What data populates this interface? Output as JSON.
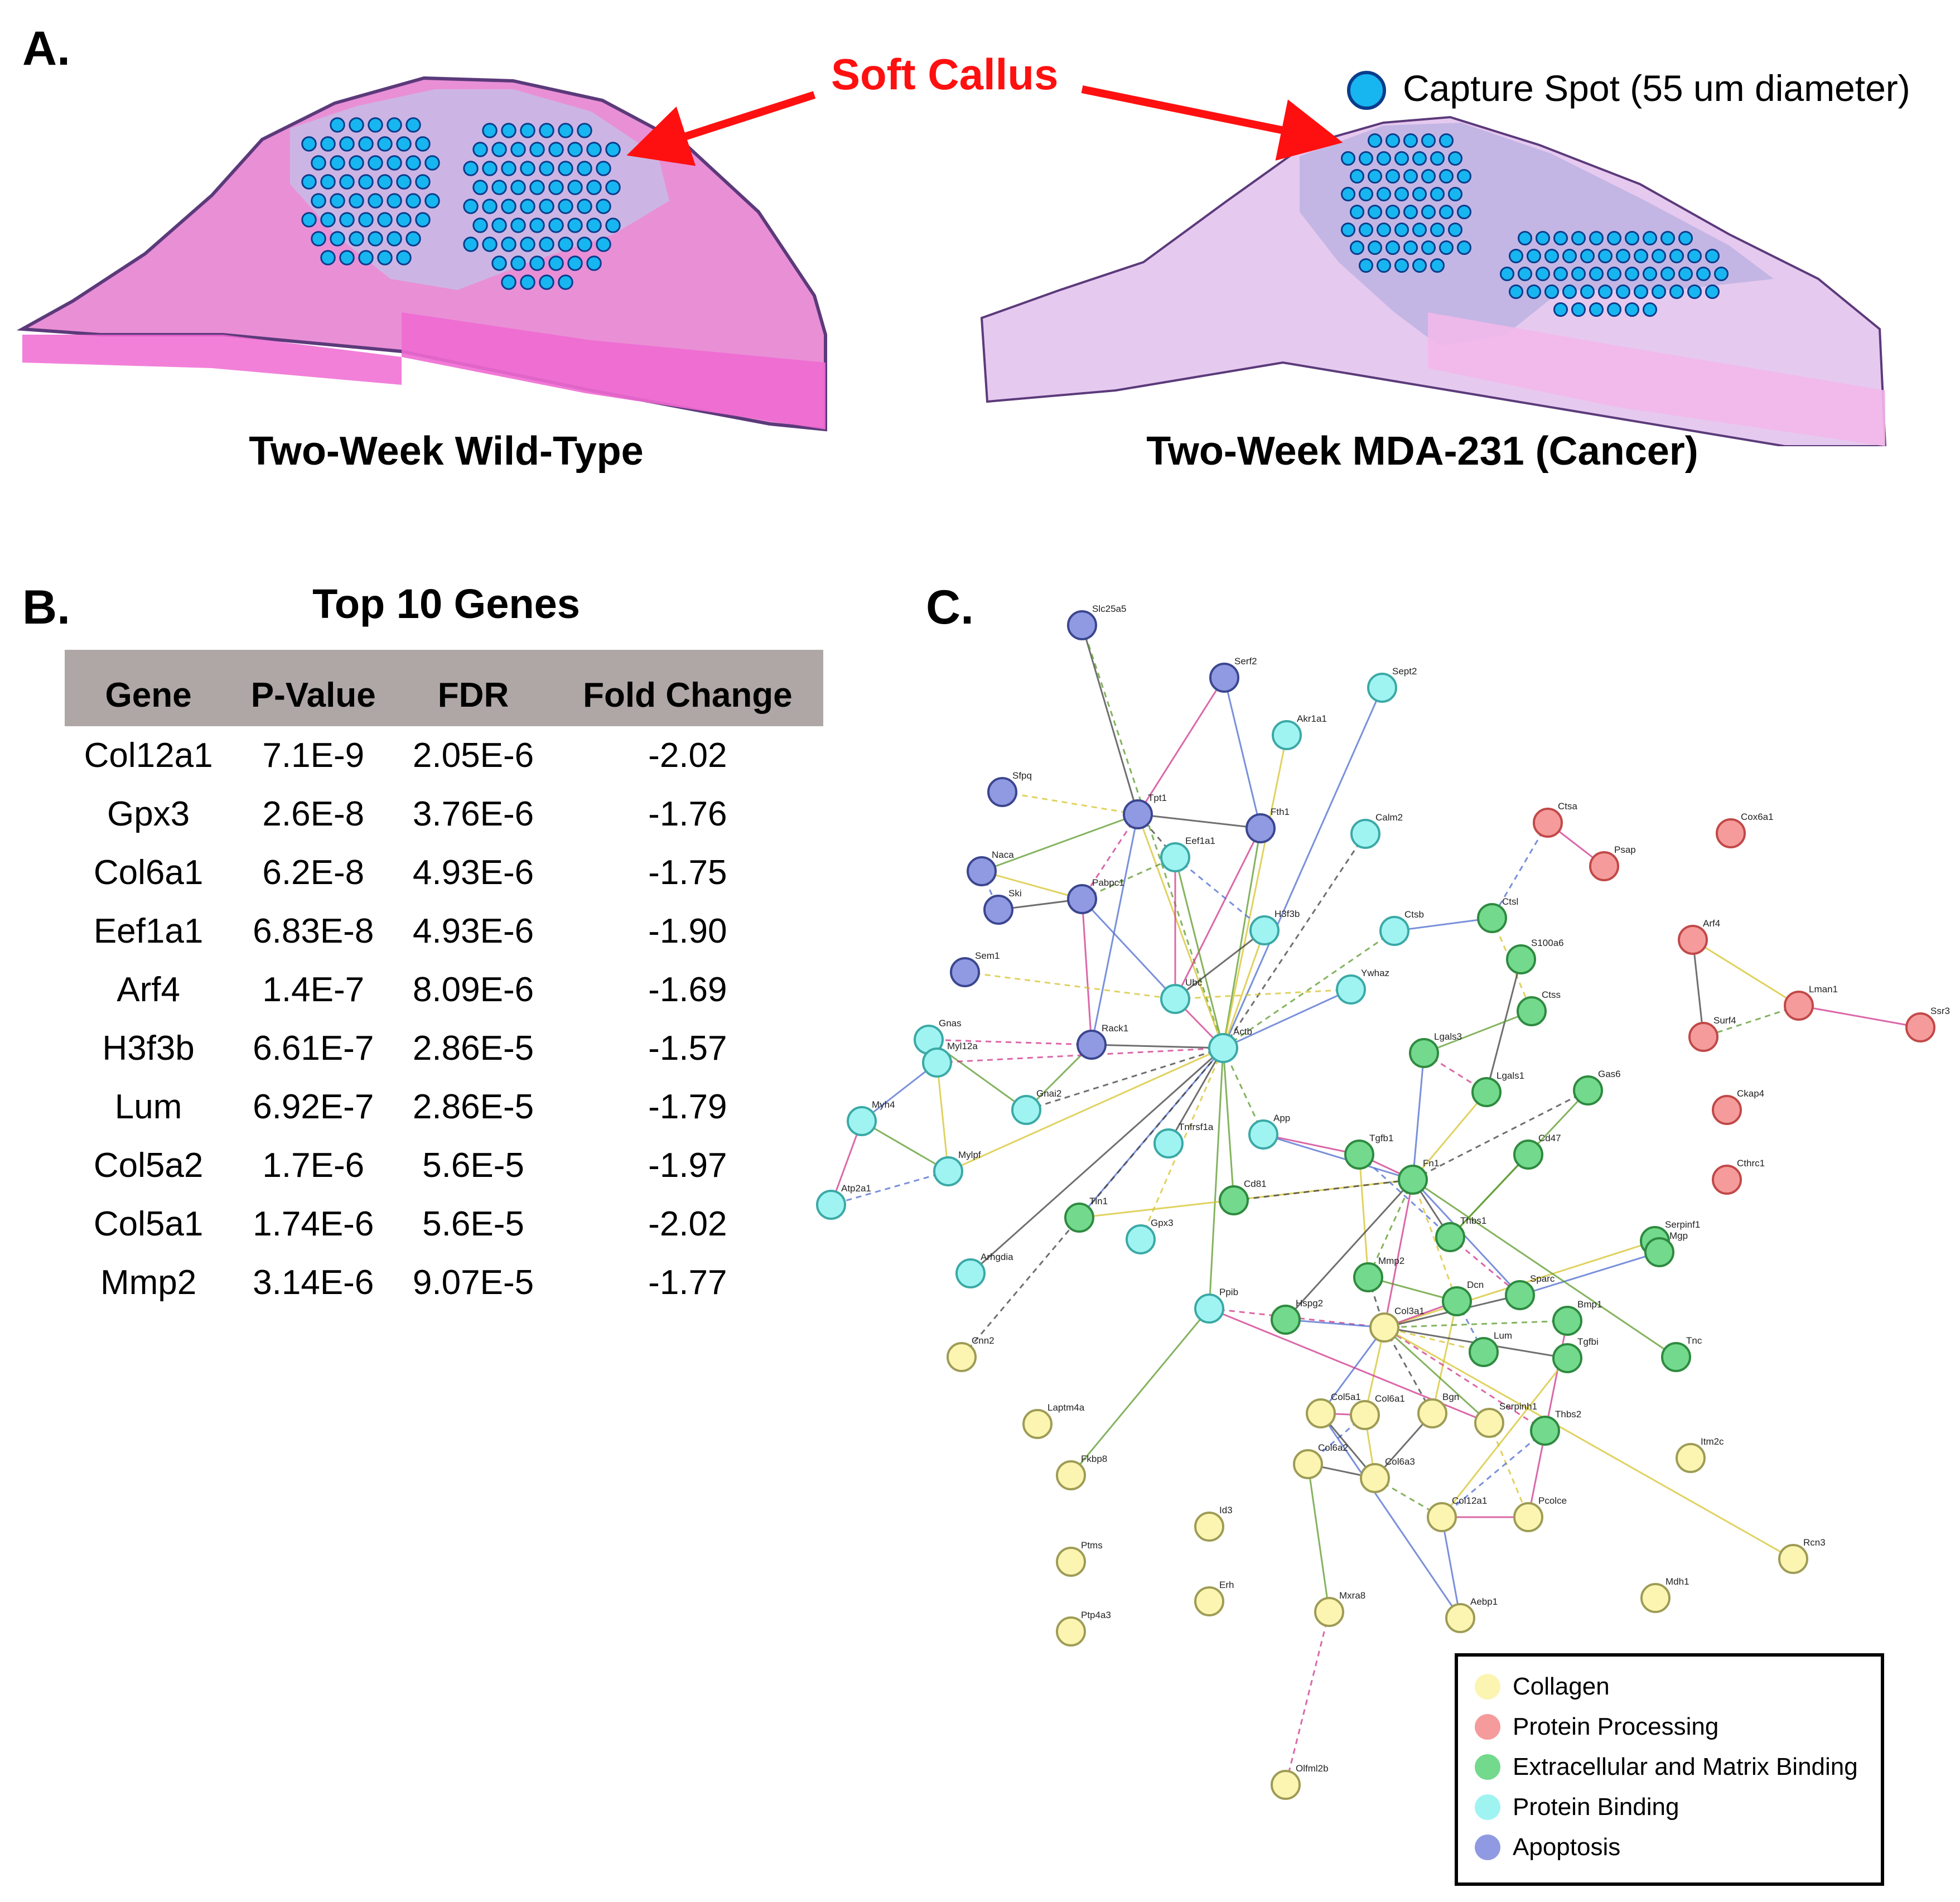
{
  "panel_a": {
    "letter": "A.",
    "callout_label": "Soft Callus",
    "spot_legend_label": "Capture Spot (55 um diameter)",
    "left_caption": "Two-Week Wild-Type",
    "right_caption": "Two-Week MDA-231 (Cancer)",
    "colors": {
      "tissue_pink": "#e98fd6",
      "tissue_purple": "#c9b9e6",
      "spot": "#17b6f0",
      "callout": "#ff1010"
    }
  },
  "panel_b": {
    "letter": "B.",
    "title": "Top 10 Genes",
    "columns": [
      "Gene",
      "P-Value",
      "FDR",
      "Fold Change"
    ],
    "rows": [
      [
        "Col12a1",
        "7.1E-9",
        "2.05E-6",
        "-2.02"
      ],
      [
        "Gpx3",
        "2.6E-8",
        "3.76E-6",
        "-1.76"
      ],
      [
        "Col6a1",
        "6.2E-8",
        "4.93E-6",
        "-1.75"
      ],
      [
        "Eef1a1",
        "6.83E-8",
        "4.93E-6",
        "-1.90"
      ],
      [
        "Arf4",
        "1.4E-7",
        "8.09E-6",
        "-1.69"
      ],
      [
        "H3f3b",
        "6.61E-7",
        "2.86E-5",
        "-1.57"
      ],
      [
        "Lum",
        "6.92E-7",
        "2.86E-5",
        "-1.79"
      ],
      [
        "Col5a2",
        "1.7E-6",
        "5.6E-5",
        "-1.97"
      ],
      [
        "Col5a1",
        "1.74E-6",
        "5.6E-5",
        "-2.02"
      ],
      [
        "Mmp2",
        "3.14E-6",
        "9.07E-5",
        "-1.77"
      ]
    ]
  },
  "panel_c": {
    "letter": "C.",
    "legend": [
      {
        "label": "Collagen",
        "color": "#fbf5b1"
      },
      {
        "label": "Protein Processing",
        "color": "#f59b9b"
      },
      {
        "label": "Extracellular and Matrix Binding",
        "color": "#72d98d"
      },
      {
        "label": "Protein Binding",
        "color": "#9ff4f2"
      },
      {
        "label": "Apoptosis",
        "color": "#8f9ae2"
      }
    ],
    "nodes": [
      {
        "id": "Slc25a5",
        "group": "Apoptosis"
      },
      {
        "id": "Serf2",
        "group": "Apoptosis"
      },
      {
        "id": "Sfpq",
        "group": "Apoptosis"
      },
      {
        "id": "Tpt1",
        "group": "Apoptosis"
      },
      {
        "id": "Fth1",
        "group": "Apoptosis"
      },
      {
        "id": "Naca",
        "group": "Apoptosis"
      },
      {
        "id": "Ski",
        "group": "Apoptosis"
      },
      {
        "id": "Pabpc1",
        "group": "Apoptosis"
      },
      {
        "id": "Sem1",
        "group": "Apoptosis"
      },
      {
        "id": "Rack1",
        "group": "Apoptosis"
      },
      {
        "id": "Sept2",
        "group": "Protein Binding"
      },
      {
        "id": "Akr1a1",
        "group": "Protein Binding"
      },
      {
        "id": "Calm2",
        "group": "Protein Binding"
      },
      {
        "id": "Eef1a1",
        "group": "Protein Binding"
      },
      {
        "id": "H3f3b",
        "group": "Protein Binding"
      },
      {
        "id": "Ctsb",
        "group": "Protein Binding"
      },
      {
        "id": "Ubc",
        "group": "Protein Binding"
      },
      {
        "id": "Ywhaz",
        "group": "Protein Binding"
      },
      {
        "id": "Actb",
        "group": "Protein Binding"
      },
      {
        "id": "Gnas",
        "group": "Protein Binding"
      },
      {
        "id": "Myl12a",
        "group": "Protein Binding"
      },
      {
        "id": "Gnai2",
        "group": "Protein Binding"
      },
      {
        "id": "Myh4",
        "group": "Protein Binding"
      },
      {
        "id": "Tnfrsf1a",
        "group": "Protein Binding"
      },
      {
        "id": "App",
        "group": "Protein Binding"
      },
      {
        "id": "Mylpf",
        "group": "Protein Binding"
      },
      {
        "id": "Atp2a1",
        "group": "Protein Binding"
      },
      {
        "id": "Gpx3",
        "group": "Protein Binding"
      },
      {
        "id": "Arhgdia",
        "group": "Protein Binding"
      },
      {
        "id": "Ppib",
        "group": "Protein Binding"
      },
      {
        "id": "Ctsa",
        "group": "Protein Processing"
      },
      {
        "id": "Psap",
        "group": "Protein Processing"
      },
      {
        "id": "Cox6a1",
        "group": "Protein Processing"
      },
      {
        "id": "Arf4",
        "group": "Protein Processing"
      },
      {
        "id": "Lman1",
        "group": "Protein Processing"
      },
      {
        "id": "Ssr3",
        "group": "Protein Processing"
      },
      {
        "id": "Surf4",
        "group": "Protein Processing"
      },
      {
        "id": "Ckap4",
        "group": "Protein Processing"
      },
      {
        "id": "Cthrc1",
        "group": "Protein Processing"
      },
      {
        "id": "Ctsl",
        "group": "Extracellular and Matrix Binding"
      },
      {
        "id": "S100a6",
        "group": "Extracellular and Matrix Binding"
      },
      {
        "id": "Ctss",
        "group": "Extracellular and Matrix Binding"
      },
      {
        "id": "Lgals3",
        "group": "Extracellular and Matrix Binding"
      },
      {
        "id": "Lgals1",
        "group": "Extracellular and Matrix Binding"
      },
      {
        "id": "Gas6",
        "group": "Extracellular and Matrix Binding"
      },
      {
        "id": "Tgfb1",
        "group": "Extracellular and Matrix Binding"
      },
      {
        "id": "Fn1",
        "group": "Extracellular and Matrix Binding"
      },
      {
        "id": "Cd47",
        "group": "Extracellular and Matrix Binding"
      },
      {
        "id": "Cd81",
        "group": "Extracellular and Matrix Binding"
      },
      {
        "id": "Tln1",
        "group": "Extracellular and Matrix Binding"
      },
      {
        "id": "Thbs1",
        "group": "Extracellular and Matrix Binding"
      },
      {
        "id": "Serpinf1",
        "group": "Extracellular and Matrix Binding"
      },
      {
        "id": "Mgp",
        "group": "Extracellular and Matrix Binding"
      },
      {
        "id": "Mmp2",
        "group": "Extracellular and Matrix Binding"
      },
      {
        "id": "Dcn",
        "group": "Extracellular and Matrix Binding"
      },
      {
        "id": "Sparc",
        "group": "Extracellular and Matrix Binding"
      },
      {
        "id": "Bmp1",
        "group": "Extracellular and Matrix Binding"
      },
      {
        "id": "Hspg2",
        "group": "Extracellular and Matrix Binding"
      },
      {
        "id": "Lum",
        "group": "Extracellular and Matrix Binding"
      },
      {
        "id": "Tgfbi",
        "group": "Extracellular and Matrix Binding"
      },
      {
        "id": "Tnc",
        "group": "Extracellular and Matrix Binding"
      },
      {
        "id": "Thbs2",
        "group": "Extracellular and Matrix Binding"
      },
      {
        "id": "Col3a1",
        "group": "Collagen"
      },
      {
        "id": "Cnn2",
        "group": "Collagen"
      },
      {
        "id": "Laptm4a",
        "group": "Collagen"
      },
      {
        "id": "Fkbp8",
        "group": "Collagen"
      },
      {
        "id": "Col5a1",
        "group": "Collagen"
      },
      {
        "id": "Col6a1",
        "group": "Collagen"
      },
      {
        "id": "Bgn",
        "group": "Collagen"
      },
      {
        "id": "Serpinh1",
        "group": "Collagen"
      },
      {
        "id": "Col6a2",
        "group": "Collagen"
      },
      {
        "id": "Col6a3",
        "group": "Collagen"
      },
      {
        "id": "Col12a1",
        "group": "Collagen"
      },
      {
        "id": "Pcolce",
        "group": "Collagen"
      },
      {
        "id": "Itm2c",
        "group": "Collagen"
      },
      {
        "id": "Id3",
        "group": "Collagen"
      },
      {
        "id": "Ptms",
        "group": "Collagen"
      },
      {
        "id": "Erh",
        "group": "Collagen"
      },
      {
        "id": "Mxra8",
        "group": "Collagen"
      },
      {
        "id": "Aebp1",
        "group": "Collagen"
      },
      {
        "id": "Rcn3",
        "group": "Collagen"
      },
      {
        "id": "Mdh1",
        "group": "Collagen"
      },
      {
        "id": "Ptp4a3",
        "group": "Collagen"
      },
      {
        "id": "Olfml2b",
        "group": "Collagen"
      }
    ]
  }
}
